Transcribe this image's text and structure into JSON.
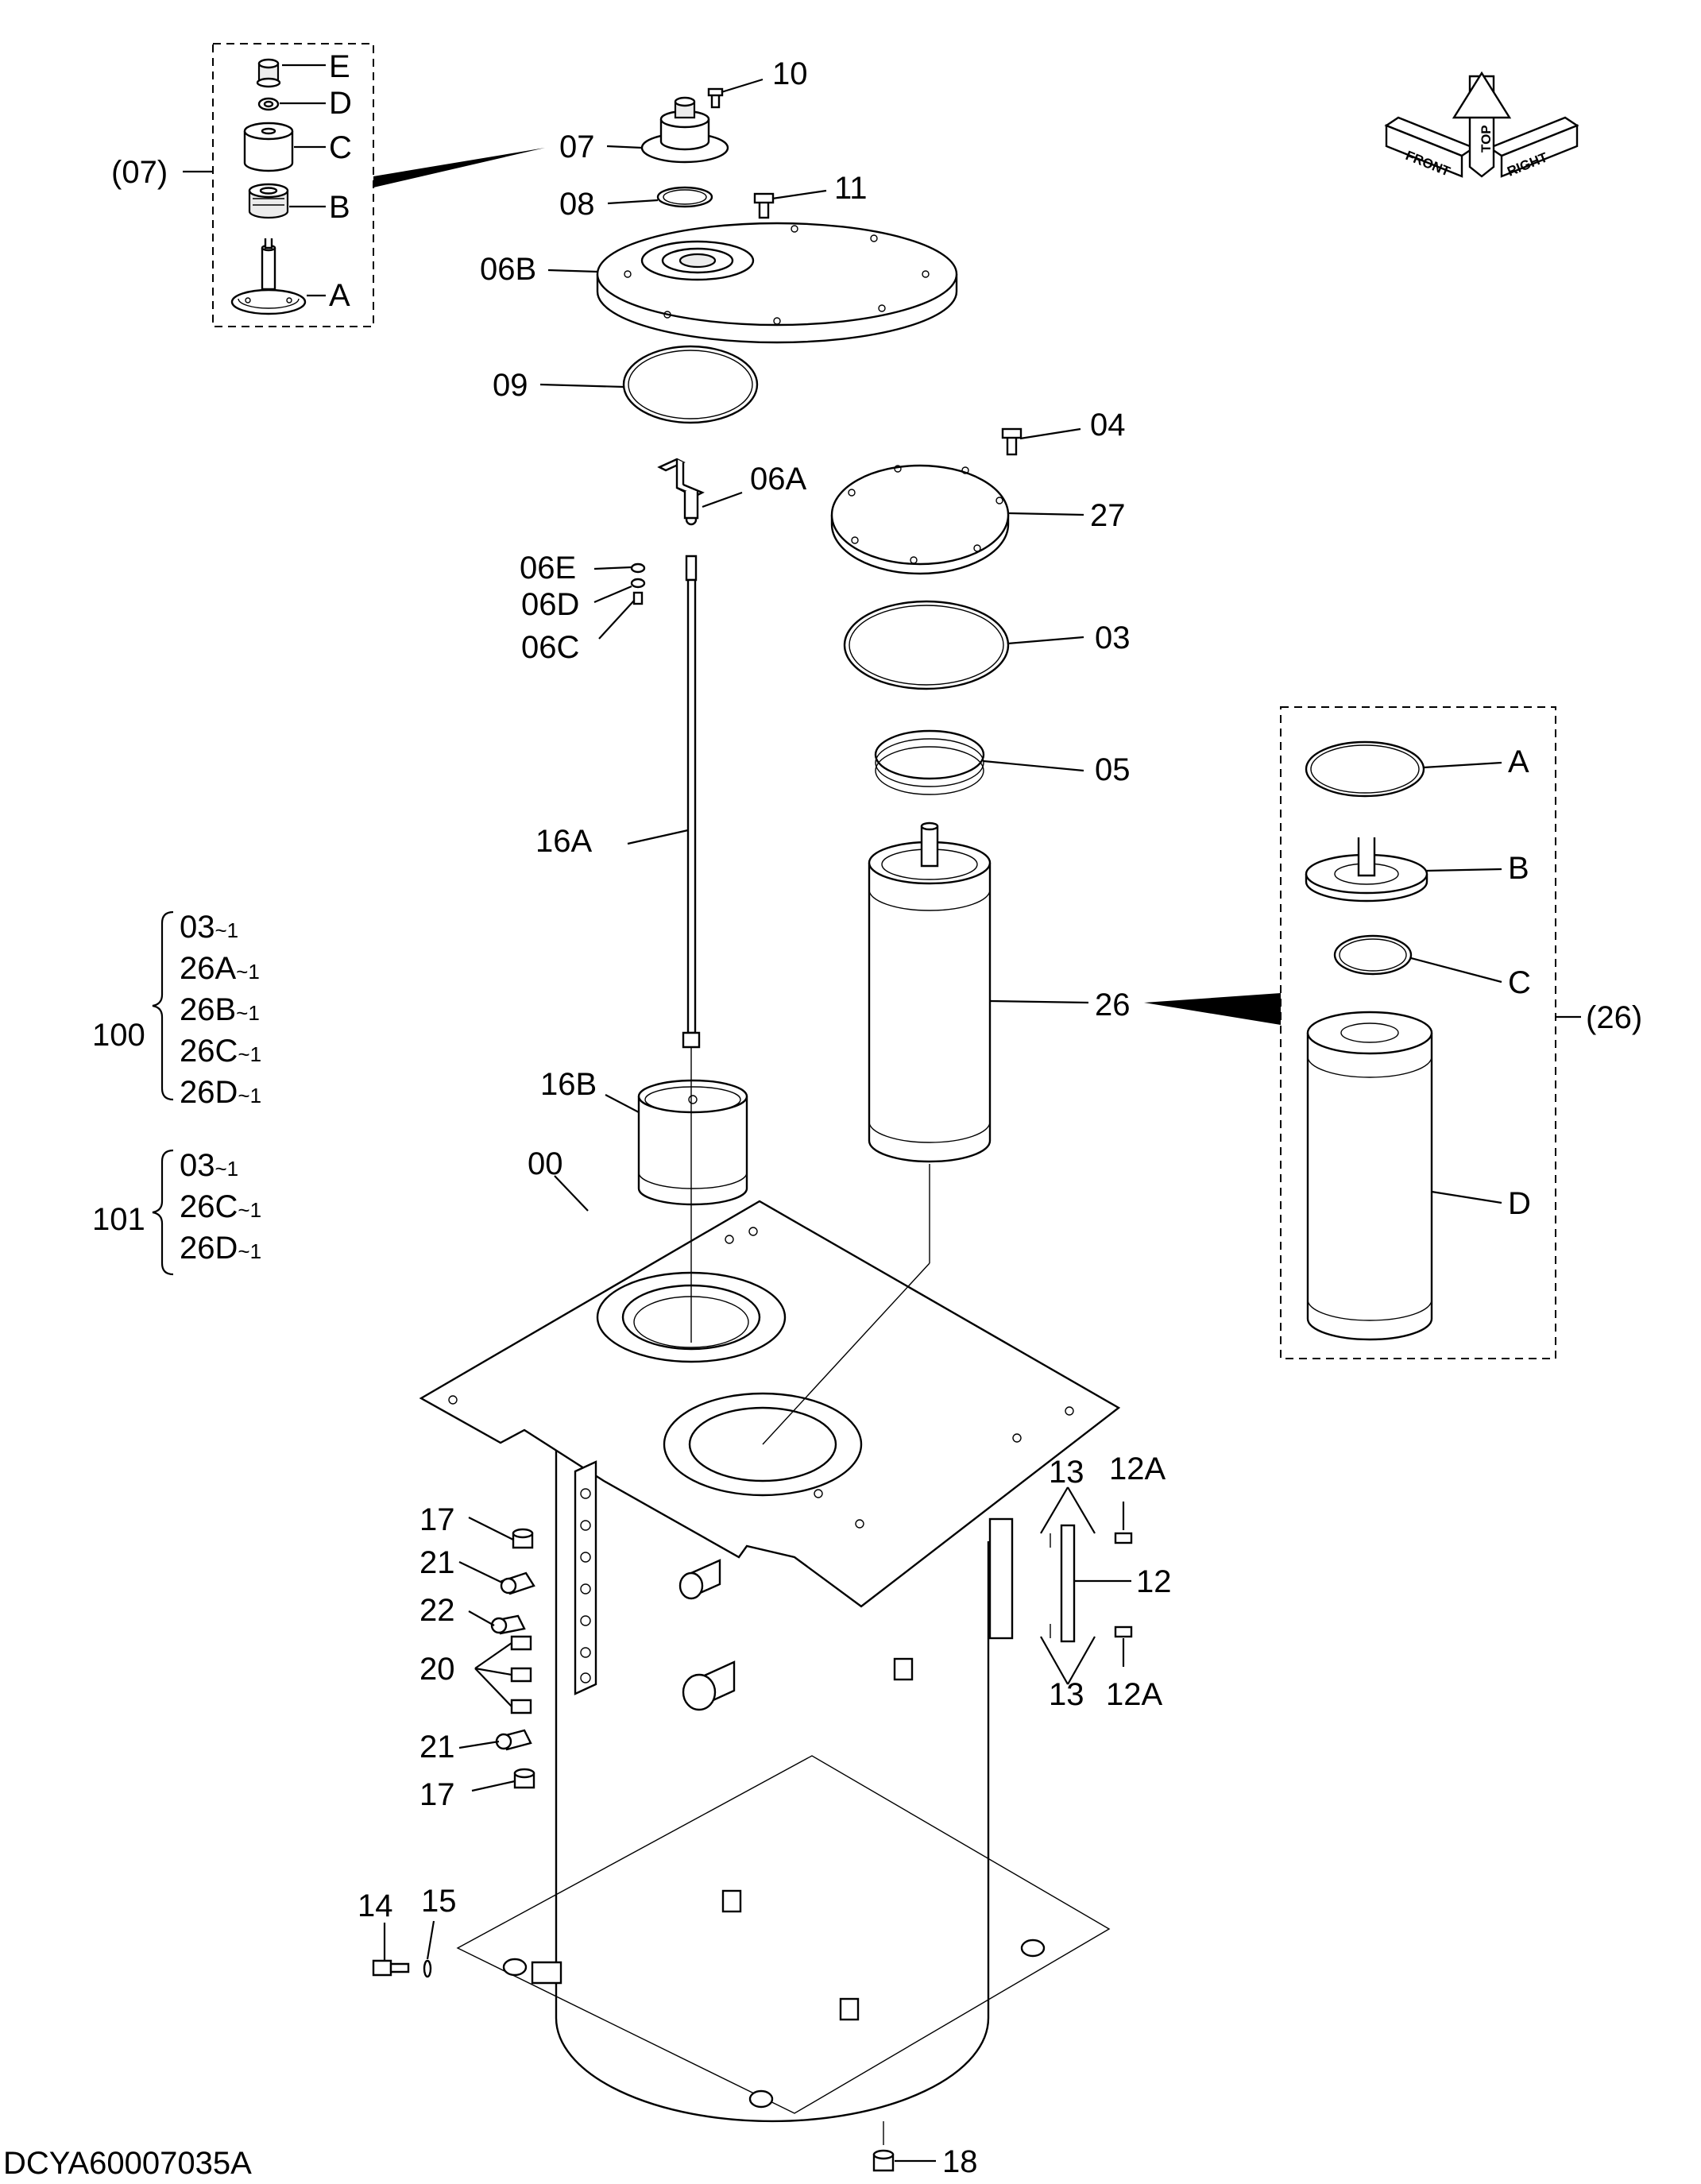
{
  "drawing_code": "DCYA60007035A",
  "orientation": {
    "front": "FRONT",
    "top": "TOP",
    "right": "RIGHT"
  },
  "callouts": {
    "p10": "10",
    "p07": "07",
    "p08": "08",
    "p11": "11",
    "p06B": "06B",
    "p09": "09",
    "p04": "04",
    "p06A": "06A",
    "p27": "27",
    "p06E": "06E",
    "p06D": "06D",
    "p06C": "06C",
    "p03": "03",
    "p05": "05",
    "p16A": "16A",
    "p26": "26",
    "p16B": "16B",
    "p00": "00",
    "p13a": "13",
    "p12Aa": "12A",
    "p12": "12",
    "p13b": "13",
    "p12Ab": "12A",
    "p17a": "17",
    "p21a": "21",
    "p22": "22",
    "p20": "20",
    "p21b": "21",
    "p17b": "17",
    "p14": "14",
    "p15": "15",
    "p18": "18"
  },
  "detail_07": {
    "ref": "(07)",
    "items": [
      "E",
      "D",
      "C",
      "B",
      "A"
    ]
  },
  "detail_26": {
    "ref": "(26)",
    "items": [
      "A",
      "B",
      "C",
      "D"
    ]
  },
  "kits": [
    {
      "number": "100",
      "items": [
        {
          "part": "03",
          "qty": "~1"
        },
        {
          "part": "26A",
          "qty": "~1"
        },
        {
          "part": "26B",
          "qty": "~1"
        },
        {
          "part": "26C",
          "qty": "~1"
        },
        {
          "part": "26D",
          "qty": "~1"
        }
      ]
    },
    {
      "number": "101",
      "items": [
        {
          "part": "03",
          "qty": "~1"
        },
        {
          "part": "26C",
          "qty": "~1"
        },
        {
          "part": "26D",
          "qty": "~1"
        }
      ]
    }
  ]
}
